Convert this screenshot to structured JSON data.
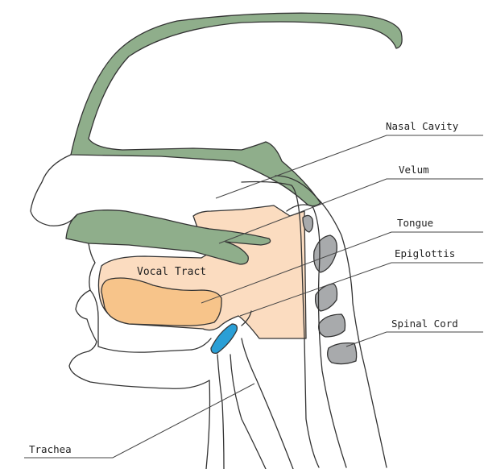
{
  "diagram": {
    "labels": {
      "nasal_cavity": "Nasal Cavity",
      "velum": "Velum",
      "tongue": "Tongue",
      "epiglottis": "Epiglottis",
      "spinal_cord": "Spinal Cord",
      "trachea": "Trachea",
      "vocal_tract": "Vocal Tract"
    },
    "colors": {
      "bone_green": "#8fae8b",
      "tract_peach": "#fbdcc0",
      "tongue_orange": "#f7c48a",
      "epiglottis_blue": "#2a9fd6",
      "vertebra_gray": "#a8aaac",
      "outline": "#333333"
    }
  }
}
